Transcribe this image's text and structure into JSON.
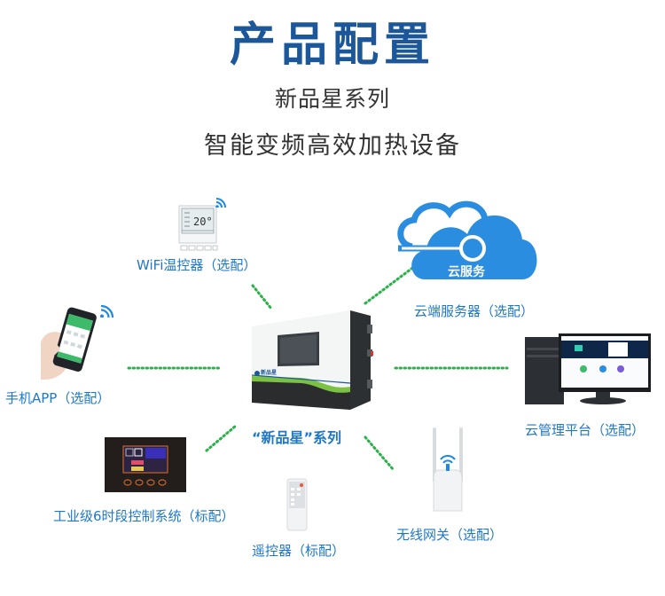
{
  "header": {
    "title": "产品配置",
    "subtitle_series": "新品星系列",
    "subtitle_desc": "智能变频高效加热设备"
  },
  "center_device": {
    "label": "“新品星”系列",
    "logo_text": "新品星"
  },
  "nodes": [
    {
      "id": "wifi-thermostat",
      "label": "WiFi温控器（选配）",
      "icon": "thermostat-icon",
      "display": "20°"
    },
    {
      "id": "cloud-server",
      "label": "云端服务器（选配）",
      "icon": "cloud-icon",
      "badge": "云服务"
    },
    {
      "id": "mobile-app",
      "label": "手机APP（选配）",
      "icon": "smartphone-icon"
    },
    {
      "id": "cloud-platform",
      "label": "云管理平台（选配）",
      "icon": "desktop-computer-icon"
    },
    {
      "id": "control-system",
      "label": "工业级6时段控制系统（标配）",
      "icon": "control-panel-icon"
    },
    {
      "id": "remote-control",
      "label": "遥控器（标配）",
      "icon": "remote-control-icon"
    },
    {
      "id": "wireless-gateway",
      "label": "无线网关（选配）",
      "icon": "router-icon"
    }
  ],
  "colors": {
    "title": "#1b5799",
    "label": "#1e78c8",
    "connector": "#2bb04a",
    "cloud": "#2a8de0",
    "device_green": "#7cc242"
  }
}
